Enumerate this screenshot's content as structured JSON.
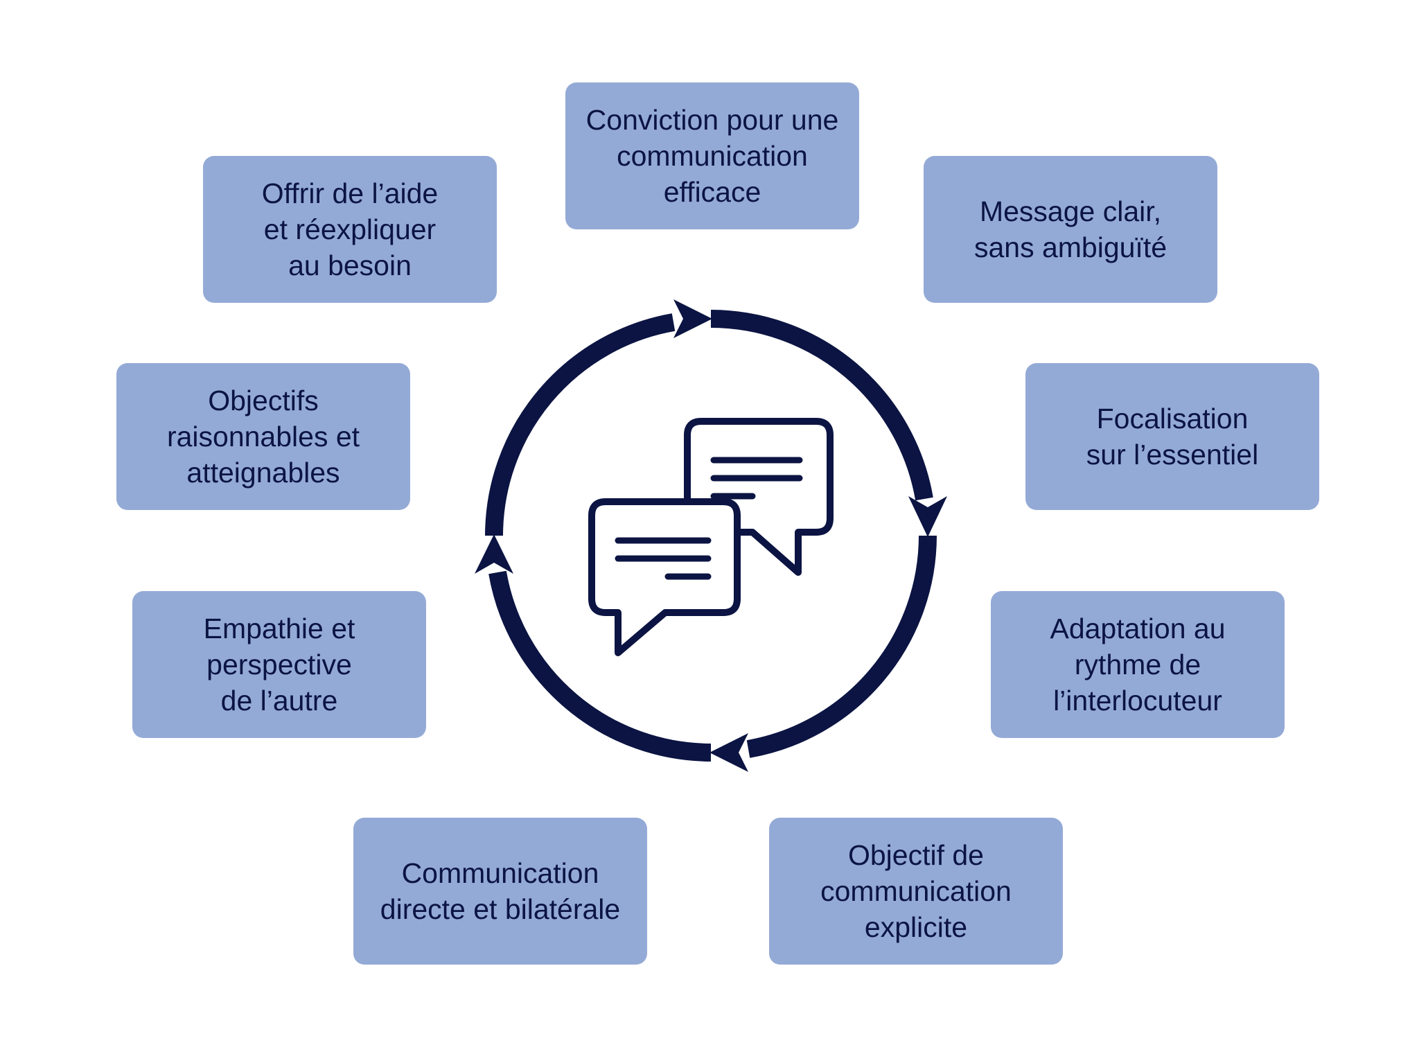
{
  "colors": {
    "box_fill": "#94aad6",
    "box_text": "#0b1442",
    "cycle_stroke": "#0b1442",
    "background": "#ffffff"
  },
  "center": {
    "icon": "chat-bubbles-icon",
    "cycle": "cycle-arrows"
  },
  "boxes": [
    {
      "id": "conviction",
      "text": "Conviction pour une\ncommunication\nefficace"
    },
    {
      "id": "message-clair",
      "text": "Message clair,\nsans ambiguïté"
    },
    {
      "id": "focalisation",
      "text": "Focalisation\nsur l’essentiel"
    },
    {
      "id": "adaptation",
      "text": "Adaptation au\nrythme de\nl’interlocuteur"
    },
    {
      "id": "objectif-explicite",
      "text": "Objectif de\ncommunication\nexplicite"
    },
    {
      "id": "communication-directe",
      "text": "Communication\ndirecte et bilatérale"
    },
    {
      "id": "empathie",
      "text": "Empathie et\nperspective\nde l’autre"
    },
    {
      "id": "objectifs-raisonnables",
      "text": "Objectifs\nraisonnables et\natteignables"
    },
    {
      "id": "offrir-aide",
      "text": "Offrir de l’aide\net réexpliquer\nau besoin"
    }
  ]
}
